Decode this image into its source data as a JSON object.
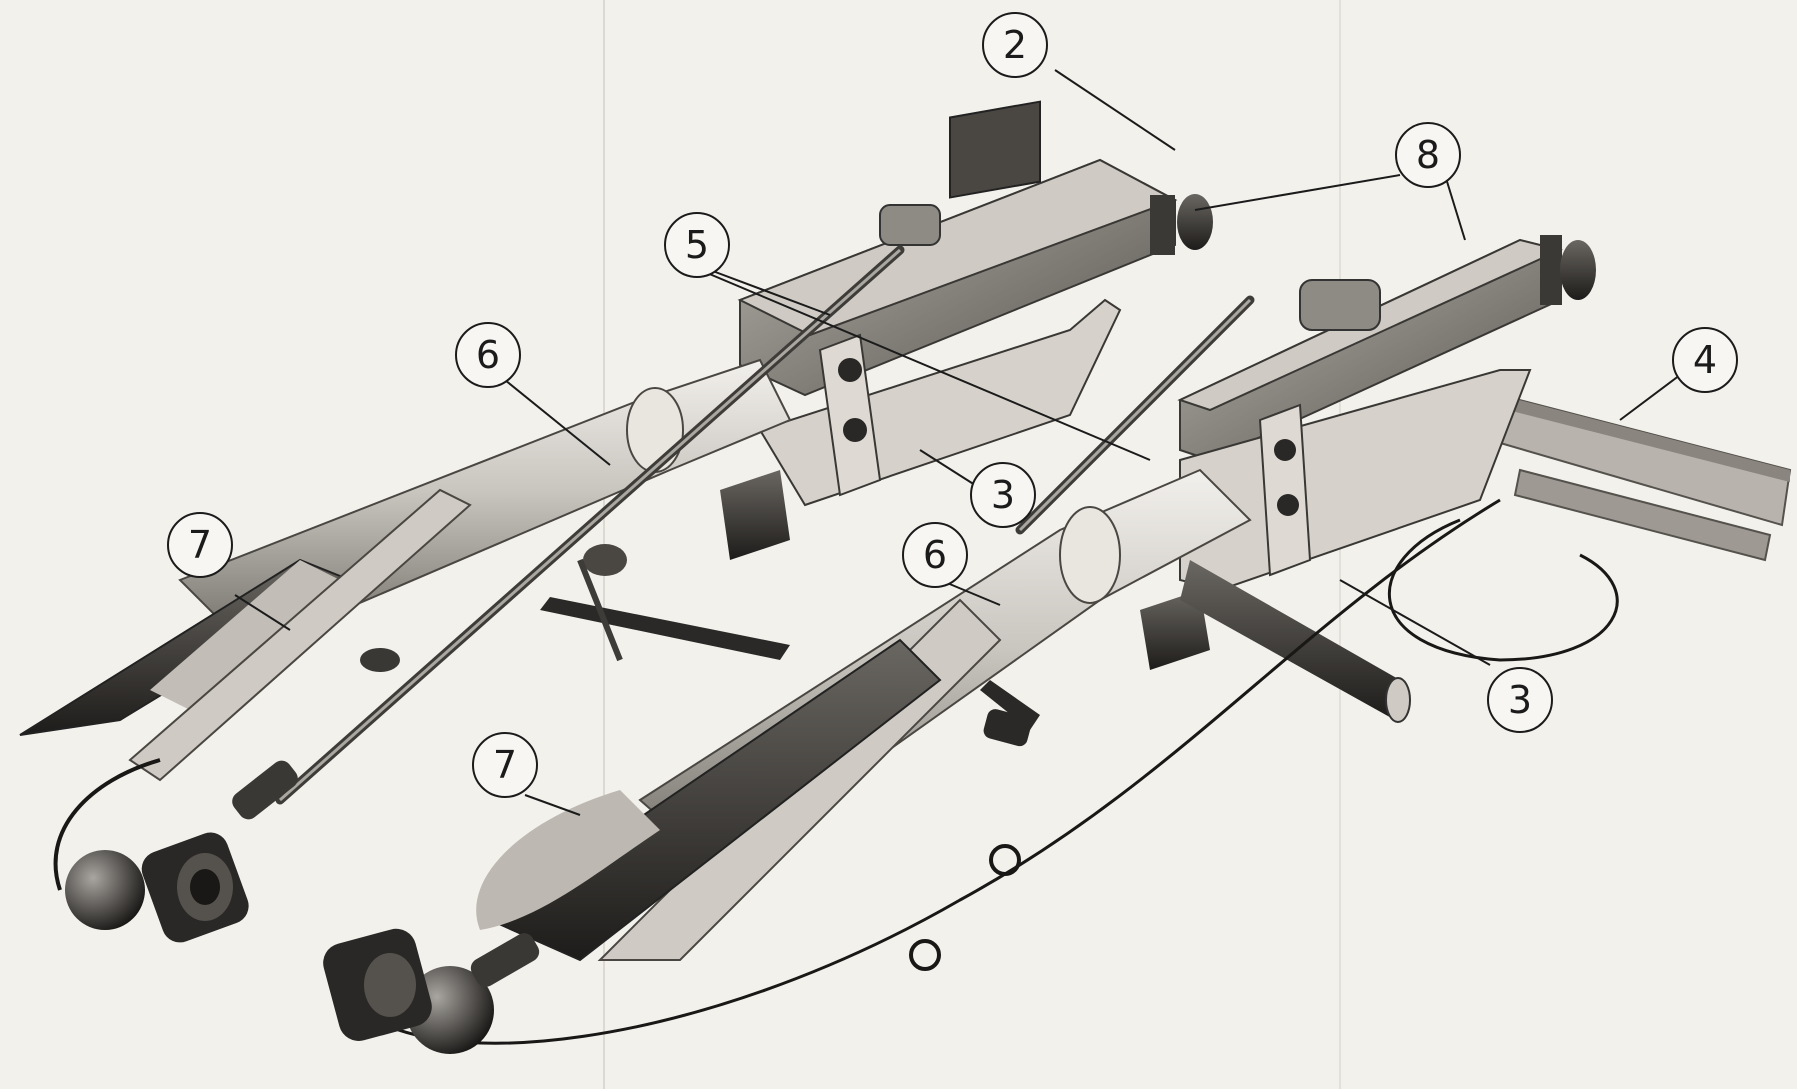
{
  "figure": {
    "description_colors": {
      "paper": "#f3f1ec",
      "metal_light": "#d8d5cf",
      "metal_mid": "#8f8b85",
      "metal_dark": "#2a2826",
      "ink": "#1b1b1b"
    },
    "callouts": [
      {
        "id": "c2",
        "label": "2"
      },
      {
        "id": "c8",
        "label": "8"
      },
      {
        "id": "c5",
        "label": "5"
      },
      {
        "id": "c6a",
        "label": "6"
      },
      {
        "id": "c4",
        "label": "4"
      },
      {
        "id": "c7a",
        "label": "7"
      },
      {
        "id": "c3a",
        "label": "3"
      },
      {
        "id": "c6b",
        "label": "6"
      },
      {
        "id": "c3b",
        "label": "3"
      },
      {
        "id": "c7b",
        "label": "7"
      }
    ]
  }
}
